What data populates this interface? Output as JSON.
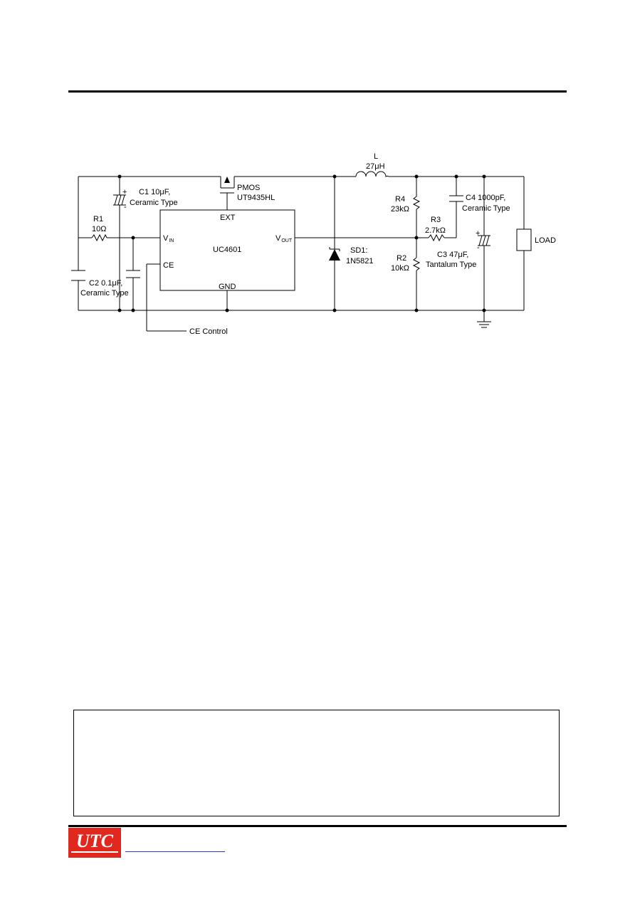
{
  "schematic": {
    "components": {
      "r1": {
        "name": "R1",
        "value": "10Ω"
      },
      "c1": {
        "name": "C1 10μF,",
        "type": "Ceramic Type"
      },
      "c2": {
        "name": "C2 0.1μF,",
        "type": "Ceramic Type"
      },
      "pmos": {
        "name": "PMOS",
        "part": "UT9435HL"
      },
      "ic": {
        "name": "UC4601",
        "pin_ext": "EXT",
        "pin_vin": "V",
        "pin_vin_sub": "IN",
        "pin_ce": "CE",
        "pin_vout": "V",
        "pin_vout_sub": "OUT",
        "pin_gnd": "GND"
      },
      "inductor": {
        "name": "L",
        "value": "27μH"
      },
      "sd1": {
        "name": "SD1:",
        "part": "1N5821"
      },
      "r4": {
        "name": "R4",
        "value": "23kΩ"
      },
      "r3": {
        "name": "R3",
        "value": "2.7kΩ"
      },
      "r2": {
        "name": "R2",
        "value": "10kΩ"
      },
      "c4": {
        "name": "C4 1000pF,",
        "type": "Ceramic Type"
      },
      "c3": {
        "name": "C3 47μF,",
        "type": "Tantalum Type"
      },
      "load": {
        "name": "LOAD"
      },
      "ce_control": {
        "name": "CE Control"
      }
    },
    "polarity_plus": "+",
    "polarity_minus": "-"
  },
  "footer": {
    "logo_text": "UTC"
  }
}
